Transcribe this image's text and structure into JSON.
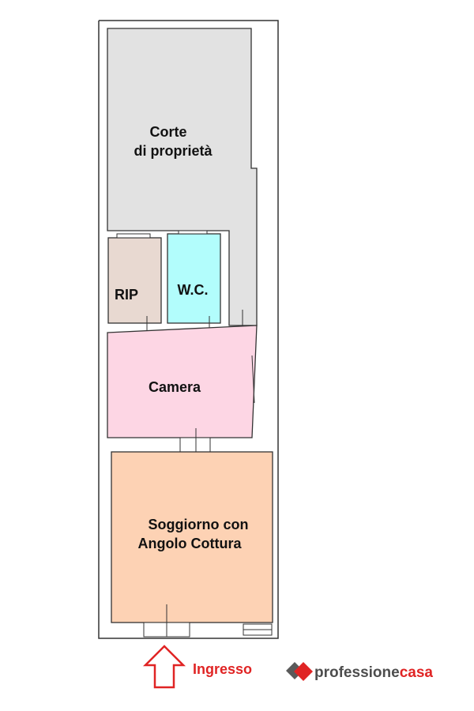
{
  "rooms": {
    "corte": {
      "line1": "Corte",
      "line2": "di proprietà",
      "color": "#e2e2e2"
    },
    "rip": {
      "label": "RIP",
      "color": "#e8d9d1"
    },
    "wc": {
      "label": "W.C.",
      "color": "#b2fdfc"
    },
    "camera": {
      "label": "Camera",
      "color": "#fdd6e4"
    },
    "soggiorno": {
      "line1": "Soggiorno con",
      "line2": "Angolo Cottura",
      "color": "#fdd2b4"
    }
  },
  "entrance": {
    "label": "Ingresso",
    "color": "#e02424"
  },
  "brand": {
    "part1": "professione",
    "part2": "casa",
    "part1_color": "#4d4d4d",
    "part2_color": "#e02424",
    "mark_color": "#e02424",
    "mark_shadow_color": "#5a5a5a"
  }
}
